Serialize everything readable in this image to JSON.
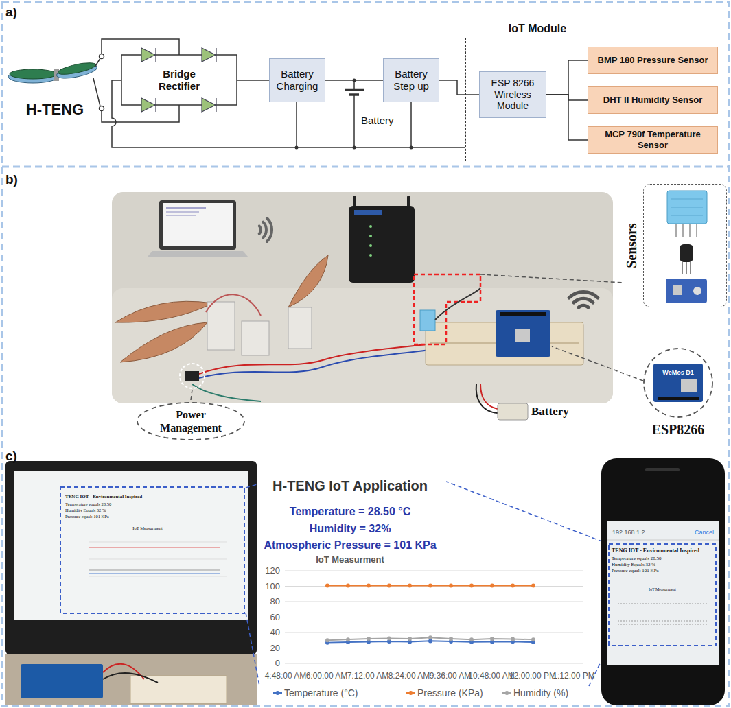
{
  "diagram": {
    "nodes": [
      {
        "text": [
          "Battery Charging"
        ]
      },
      {
        "text": [
          "Battery Step up"
        ]
      },
      {
        "text": [
          "IoT Module"
        ]
      },
      {
        "text": [
          "ESP 8266 Wireless Module"
        ],
        "in": 2
      },
      {
        "text": [
          "BMP 180 Pressure Sensor"
        ],
        "in": 2
      },
      {
        "text": [
          "DHT II Humidity Sensor"
        ],
        "in": 2
      },
      {
        "text": [
          "MCP 790f Temperature Sensor"
        ],
        "in": 2
      },
      {
        "text": [
          "Sensors"
        ]
      },
      {
        "text": [
          "ESP8266"
        ]
      },
      {
        "text": [
          "Power Management"
        ]
      }
    ],
    "edges": [
      {
        "from": 0,
        "to": 1,
        "arrow": "none"
      },
      {
        "from": 1,
        "to": 3,
        "arrow": "none"
      },
      {
        "from": 3,
        "to": 4,
        "arrow": "none"
      },
      {
        "from": 3,
        "to": 5,
        "arrow": "none"
      },
      {
        "from": 3,
        "to": 6,
        "arrow": "none"
      }
    ],
    "labels": [
      "a)",
      "H-TENG",
      "Bridge Rectifier",
      "Battery",
      "b)",
      "WeMos D1",
      "Battery",
      "c)",
      "TENG IOT - Environmental Inspired",
      "Temperature equals 28.50",
      "Humidity Equals 32 %",
      "Pressure equal: 101 KPa",
      "IoT Measurment",
      "H-TENG IoT Application",
      "Temperature = 28.50 °C",
      "Humidity = 32%",
      "Atmospheric Pressure = 101 KPa",
      "IoT Measurment",
      "120",
      "100",
      "80",
      "60",
      "40",
      "20",
      "0",
      "4:48:00 AM",
      "6:00:00 AM",
      "7:12:00 AM",
      "8:24:00 AM",
      "9:36:00 AM",
      "10:48:00 AM",
      "12:00:00 PM",
      "1:12:00 PM",
      "192.168.1.2",
      "Cancel",
      "TENG IOT - Environmental Inspired",
      "Temperature equals 28.50",
      "Humidity Equals 32 %",
      "Pressure equal: 101 KPa",
      "IoT Measurment"
    ],
    "legend": [
      {
        "text": "Temperature (°C)"
      },
      {
        "text": "Pressure (KPa)"
      },
      {
        "text": "Humidity (%)"
      }
    ]
  }
}
